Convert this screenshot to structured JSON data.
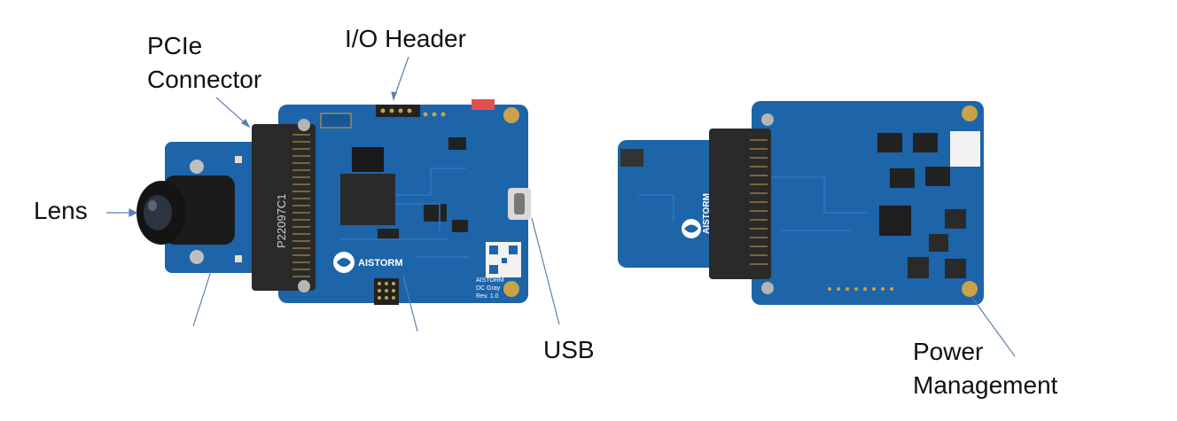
{
  "labels": {
    "pcie_line1": "PCIe",
    "pcie_line2": "Connector",
    "io_header": "I/O Header",
    "lens": "Lens",
    "usb": "USB",
    "power_line1": "Power",
    "power_line2": "Management"
  },
  "board_front": {
    "brand": "AISTORM",
    "card_text_1": "AISTORM",
    "card_text_2": "DC Gray",
    "card_text_3": "Rev. 1.0",
    "connector_text": "P22097C1"
  },
  "board_back": {
    "brand": "AISTORM"
  },
  "colors": {
    "pcb": "#1d64a8",
    "pcb_dark": "#154e86",
    "connector": "#2a2a2a",
    "lens": "#141414",
    "gold": "#c9a24a"
  }
}
